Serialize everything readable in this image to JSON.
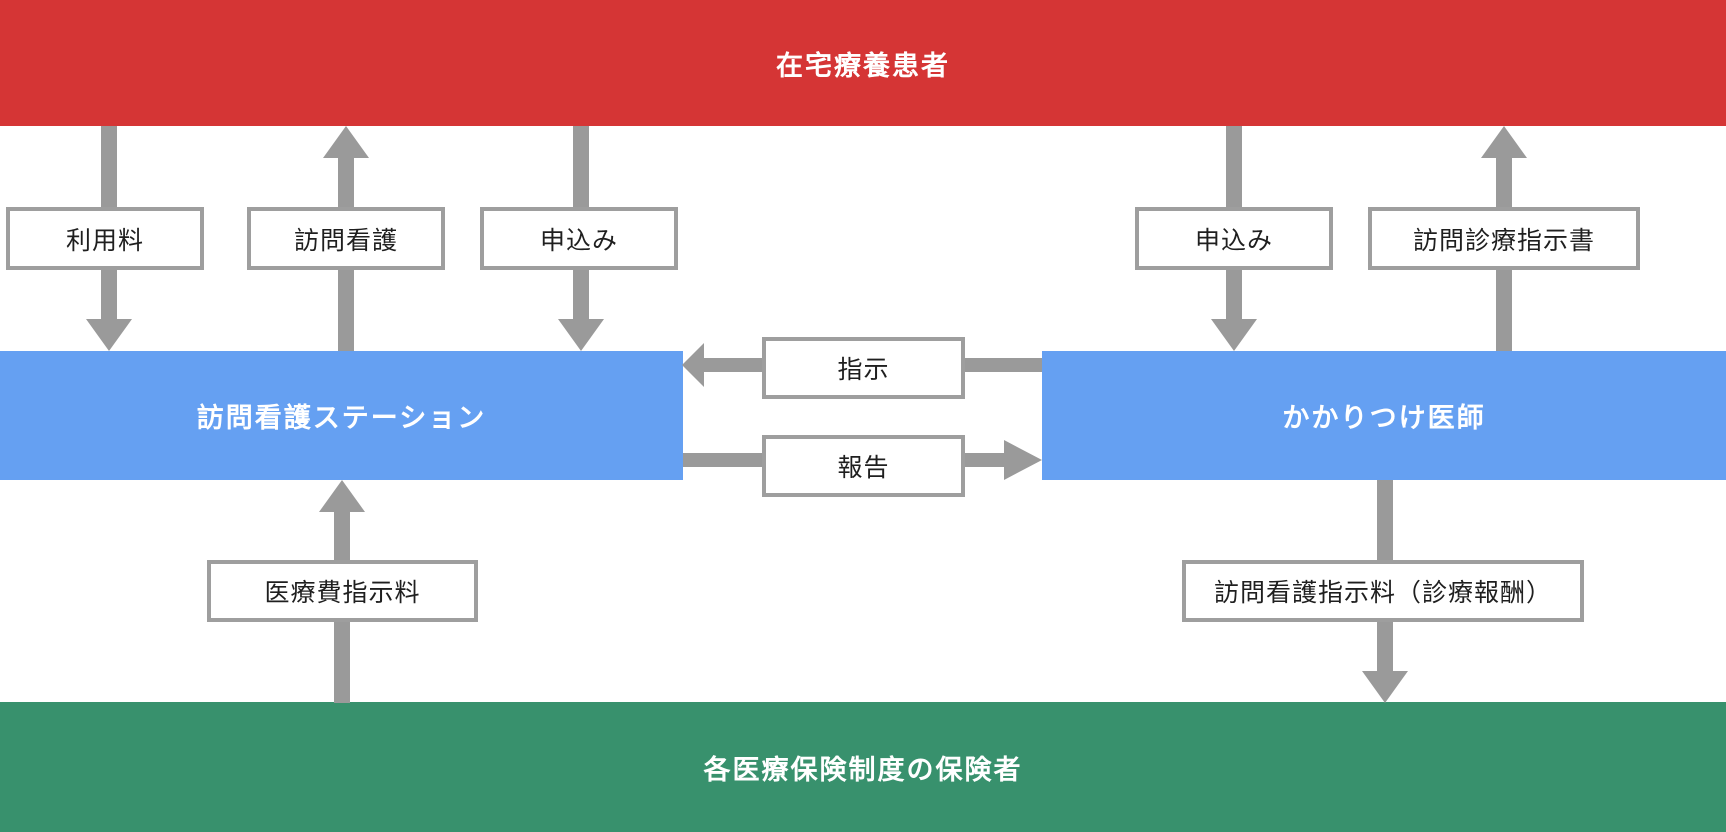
{
  "nodes": {
    "patient": {
      "label": "在宅療養患者",
      "color": "#D53535"
    },
    "station": {
      "label": "訪問看護ステーション",
      "color": "#65A0F2"
    },
    "doctor": {
      "label": "かかりつけ医師",
      "color": "#65A0F2"
    },
    "insurer": {
      "label": "各医療保険制度の保険者",
      "color": "#38916D"
    }
  },
  "edges": [
    {
      "label": "利用料",
      "from": "在宅療養患者",
      "to": "訪問看護ステーション",
      "direction": "down"
    },
    {
      "label": "訪問看護",
      "from": "訪問看護ステーション",
      "to": "在宅療養患者",
      "direction": "up"
    },
    {
      "label": "申込み",
      "from": "在宅療養患者",
      "to": "訪問看護ステーション",
      "direction": "down"
    },
    {
      "label": "申込み",
      "from": "在宅療養患者",
      "to": "かかりつけ医師",
      "direction": "down"
    },
    {
      "label": "訪問診療指示書",
      "from": "かかりつけ医師",
      "to": "在宅療養患者",
      "direction": "up"
    },
    {
      "label": "指示",
      "from": "かかりつけ医師",
      "to": "訪問看護ステーション",
      "direction": "left"
    },
    {
      "label": "報告",
      "from": "訪問看護ステーション",
      "to": "かかりつけ医師",
      "direction": "right"
    },
    {
      "label": "医療費指示料",
      "from": "各医療保険制度の保険者",
      "to": "訪問看護ステーション",
      "direction": "up"
    },
    {
      "label": "訪問看護指示料（診療報酬）",
      "from": "かかりつけ医師",
      "to": "各医療保険制度の保険者",
      "direction": "down"
    }
  ],
  "colors": {
    "patient_red": "#D53535",
    "provider_blue": "#65A0F2",
    "insurer_green": "#38916D",
    "arrow_gray": "#9A9A9A",
    "label_border_gray": "#9E9E9E",
    "label_text": "#1F1F1F"
  }
}
